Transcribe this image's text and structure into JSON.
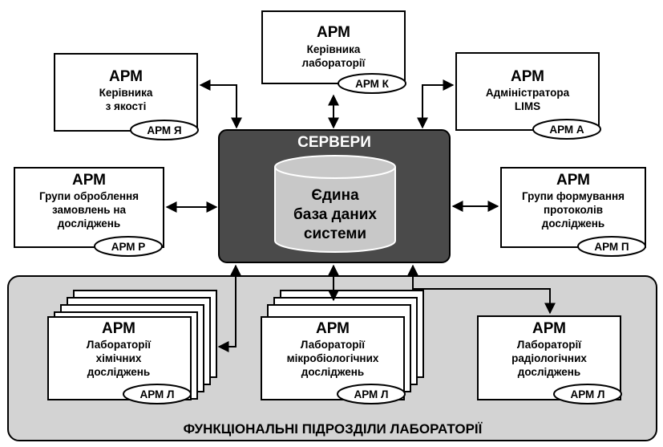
{
  "servers": {
    "title": "СЕРВЕРИ"
  },
  "database": {
    "lines": [
      "Єдина",
      "база даних",
      "системи"
    ]
  },
  "workstations": {
    "k": {
      "title": "АРМ",
      "lines": [
        "Керівника",
        "лабораторії"
      ],
      "tag": "АРМ К"
    },
    "ya": {
      "title": "АРМ",
      "lines": [
        "Керівника",
        "з якості"
      ],
      "tag": "АРМ Я"
    },
    "a": {
      "title": "АРМ",
      "lines": [
        "Адміністратора",
        "LIMS"
      ],
      "tag": "АРМ А"
    },
    "r": {
      "title": "АРМ",
      "lines": [
        "Групи оброблення",
        "замовлень на",
        "досліджень"
      ],
      "tag": "АРМ Р"
    },
    "p": {
      "title": "АРМ",
      "lines": [
        "Групи формування",
        "протоколів",
        "досліджень"
      ],
      "tag": "АРМ П"
    }
  },
  "labs": {
    "title": "ФУНКЦІОНАЛЬНІ ПІДРОЗДІЛИ ЛАБОРАТОРІЇ",
    "chem": {
      "title": "АРМ",
      "lines": [
        "Лабораторії",
        "хімічних",
        "досліджень"
      ],
      "tag": "АРМ Л"
    },
    "micro": {
      "title": "АРМ",
      "lines": [
        "Лабораторії",
        "мікробіологічних",
        "досліджень"
      ],
      "tag": "АРМ Л"
    },
    "radio": {
      "title": "АРМ",
      "lines": [
        "Лабораторії",
        "радіологічних",
        "досліджень"
      ],
      "tag": "АРМ Л"
    }
  },
  "colors": {
    "server": "#4a4a4a",
    "panel": "#d3d3d3",
    "db": "#c8c8c8",
    "stroke": "#000000"
  }
}
